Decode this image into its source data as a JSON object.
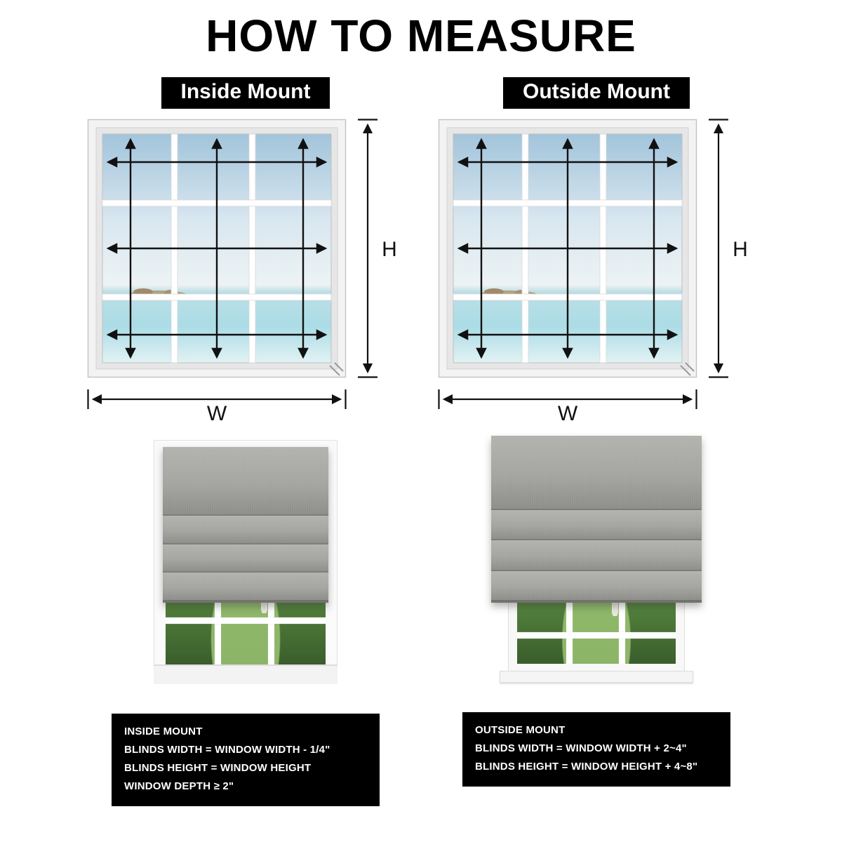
{
  "title": "HOW TO MEASURE",
  "diagrams": {
    "inside": {
      "mount_label": "Inside Mount",
      "height_label": "H",
      "width_label": "W",
      "info_lines": [
        "INSIDE MOUNT",
        "BLINDS WIDTH = WINDOW WIDTH - 1/4\"",
        "BLINDS HEIGHT = WINDOW HEIGHT",
        "WINDOW DEPTH ≥ 2\""
      ]
    },
    "outside": {
      "mount_label": "Outside Mount",
      "height_label": "H",
      "width_label": "W",
      "info_lines": [
        "OUTSIDE MOUNT",
        "BLINDS WIDTH = WINDOW WIDTH + 2~4\"",
        "BLINDS HEIGHT = WINDOW HEIGHT + 4~8\""
      ]
    }
  },
  "colors": {
    "label_background": "#000000",
    "label_text": "#ffffff",
    "arrow": "#111111",
    "shade_fabric": "#a6a6a2",
    "sky": "#a2c4db",
    "garden": "#5c8a42"
  }
}
